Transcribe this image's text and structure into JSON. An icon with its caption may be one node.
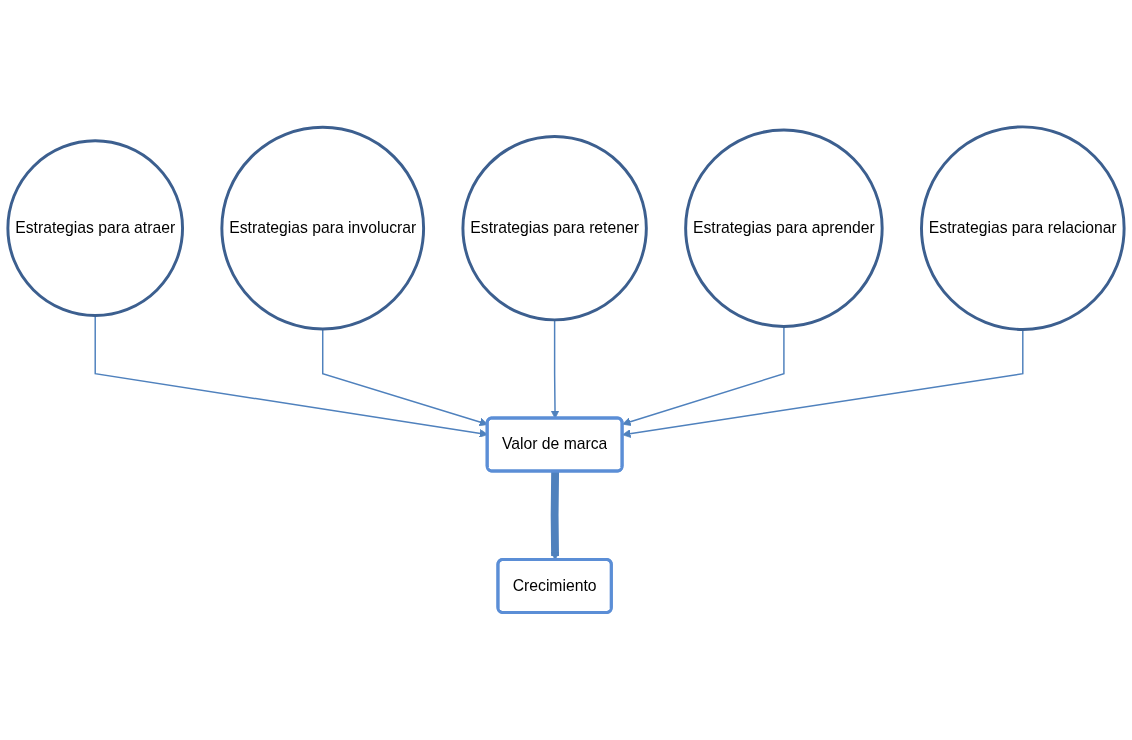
{
  "diagram": {
    "nodes": [
      {
        "text": [
          "Estrategias para atraer"
        ]
      },
      {
        "text": [
          "Estrategias para involucrar"
        ]
      },
      {
        "text": [
          "Estrategias para retener"
        ]
      },
      {
        "text": [
          "Estrategias para aprender"
        ]
      },
      {
        "text": [
          "Estrategias para relacionar"
        ]
      },
      {
        "text": [
          "Valor de marca"
        ]
      },
      {
        "text": [
          "Crecimiento"
        ]
      }
    ],
    "edges": [
      {
        "from": 0,
        "to": 5,
        "arrow": "to"
      },
      {
        "from": 1,
        "to": 5,
        "arrow": "to"
      },
      {
        "from": 2,
        "to": 5,
        "arrow": "to"
      },
      {
        "from": 3,
        "to": 5,
        "arrow": "to"
      },
      {
        "from": 4,
        "to": 5,
        "arrow": "to"
      },
      {
        "from": 5,
        "to": 6,
        "arrow": "to",
        "style": "thick"
      }
    ]
  }
}
